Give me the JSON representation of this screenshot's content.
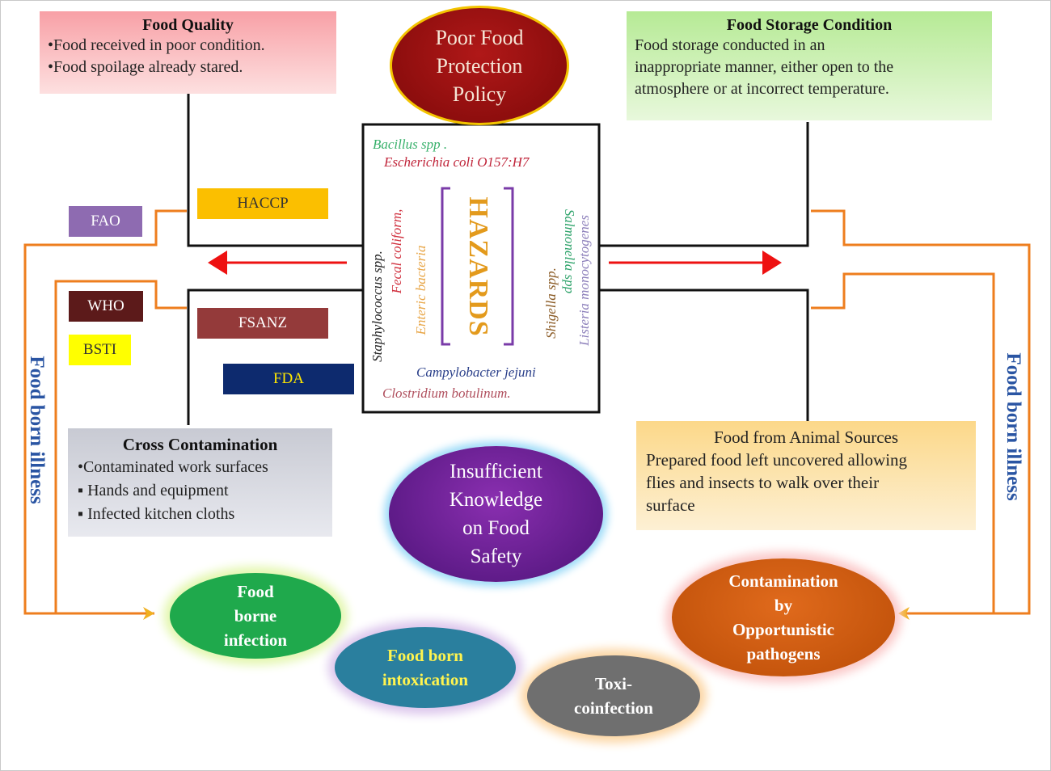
{
  "top_ellipse": {
    "text": "Poor Food\nProtection\nPolicy",
    "color": "#8b0d0d"
  },
  "food_quality": {
    "title": "Food Quality",
    "lines": [
      "•Food received in poor condition.",
      "•Food spoilage already stared."
    ]
  },
  "food_storage": {
    "title": "Food Storage Condition",
    "lines": [
      "Food storage conducted in an",
      "inappropriate manner, either open to the",
      "atmosphere or at incorrect  temperature."
    ]
  },
  "agencies": {
    "haccp": "HACCP",
    "fao": "FAO",
    "who": "WHO",
    "bsti": "BSTI",
    "fsanz": "FSANZ",
    "fda": "FDA"
  },
  "hazards": {
    "title": "HAZARDS",
    "bacillus": "Bacillus spp .",
    "ecoli": "Escherichia coli O157:H7",
    "staph": "Staphylococcus spp.",
    "fecal": "Fecal coliform,",
    "enteric": "Enteric bacteria",
    "shigella": "Shigella spp.",
    "salmonella": "Salmonella spp",
    "listeria": "Listeria monocytogenes",
    "campylobacter": "Campylobacter jejuni",
    "clostridium": "Clostridium botulinum."
  },
  "cross_contamination": {
    "title": "Cross Contamination",
    "lines": [
      "•Contaminated work surfaces",
      "▪ Hands and equipment",
      "▪ Infected kitchen cloths"
    ]
  },
  "animal_sources": {
    "lines": [
      "Food from Animal Sources",
      "Prepared food left uncovered allowing",
      "flies and insects to walk over their",
      "surface"
    ]
  },
  "center_ellipse": {
    "text": "Insufficient\nKnowledge\non Food\nSafety"
  },
  "side_labels": {
    "left": "Food born illness",
    "right": "Food born illness"
  },
  "outcomes": {
    "infection": "Food\nborne\ninfection",
    "intoxication": "Food born\nintoxication",
    "toxicoinfection": "Toxi-\ncoinfection",
    "opportunistic": "Contamination\nby\nOpportunistic\npathogens"
  }
}
